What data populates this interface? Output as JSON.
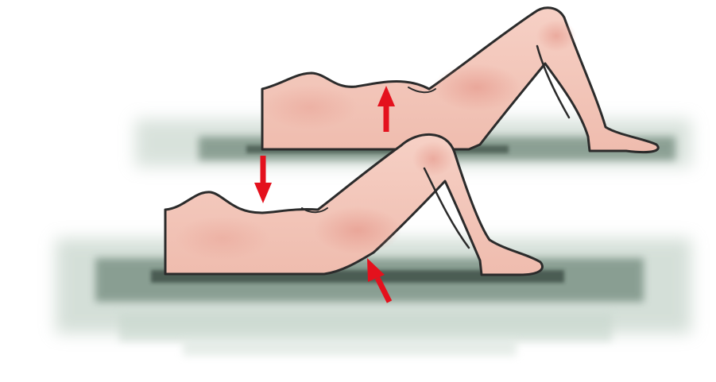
{
  "image": {
    "subject": "pelvic-tilt-exercise-illustration",
    "figures": [
      "upper-figure",
      "lower-figure"
    ],
    "arrows": [
      "arrow-up-upper",
      "arrow-down-left",
      "arrow-diagonal-lower"
    ]
  },
  "colors": {
    "background": "#ffffff",
    "skin_fill": "#f3c4b8",
    "skin_shadow": "#e59a8d",
    "outline": "#2b2b2b",
    "floor_shadow": "#4d6a5a",
    "floor_light": "#b9cbbf",
    "arrow": "#e4111d"
  }
}
